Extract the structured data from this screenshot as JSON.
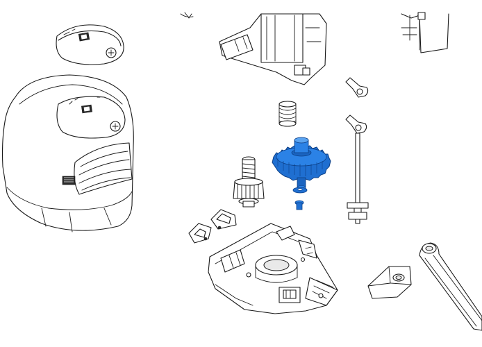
{
  "diagram": {
    "type": "exploded-parts-view",
    "highlight_color": "#1f6fd1",
    "line_color": "#1a1a1a",
    "background": "#ffffff",
    "highlighted_parts": [
      "drive-gear-assembly",
      "gear-washer",
      "gear-screw"
    ]
  }
}
